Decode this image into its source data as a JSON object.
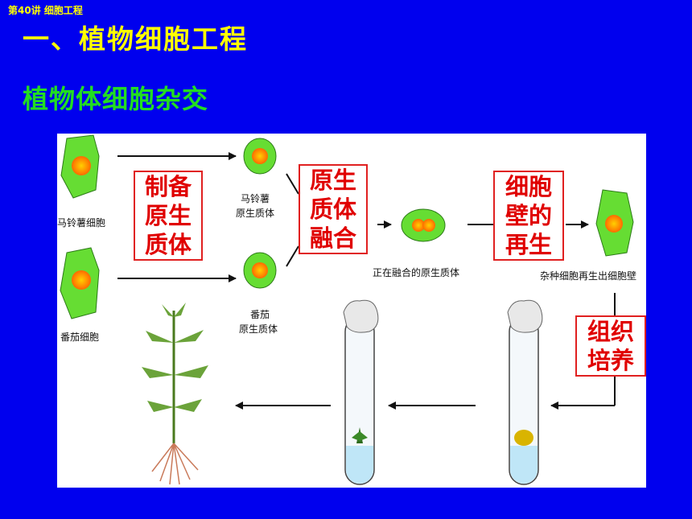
{
  "header": {
    "topbar": "第40讲   细胞工程",
    "title": "一、植物细胞工程",
    "subtitle": "植物体细胞杂交"
  },
  "diagram": {
    "labels": {
      "potato_cell": "马铃薯细胞",
      "potato_protoplast_1": "马铃薯",
      "potato_protoplast_2": "原生质体",
      "tomato_cell": "番茄细胞",
      "tomato_protoplast_1": "番茄",
      "tomato_protoplast_2": "原生质体",
      "fusing": "正在融合的原生质体",
      "hybrid": "杂种细胞再生出细胞壁"
    },
    "steps": {
      "prepare": [
        "制备",
        "原生",
        "质体"
      ],
      "fuse": [
        "原生",
        "质体",
        "融合"
      ],
      "wall": [
        "细胞",
        "壁的",
        "再生"
      ],
      "culture": [
        "组织",
        "培养"
      ]
    }
  },
  "colors": {
    "background": "#0000ee",
    "title": "#ffff00",
    "subtitle": "#22dd22",
    "box_text": "#e00000",
    "cell_green": "#66dd33",
    "nucleus": "#ff7a00"
  }
}
